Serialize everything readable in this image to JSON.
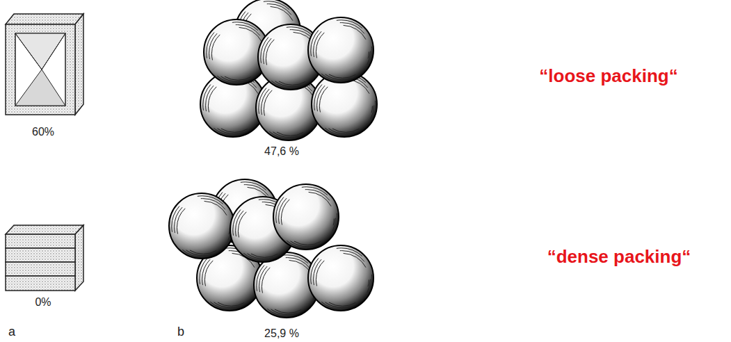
{
  "diagram": {
    "labels": [
      "60%",
      "47,6 %",
      "“loose packing“",
      "0%",
      "25,9 %",
      "“dense packing“",
      "a",
      "b"
    ]
  }
}
